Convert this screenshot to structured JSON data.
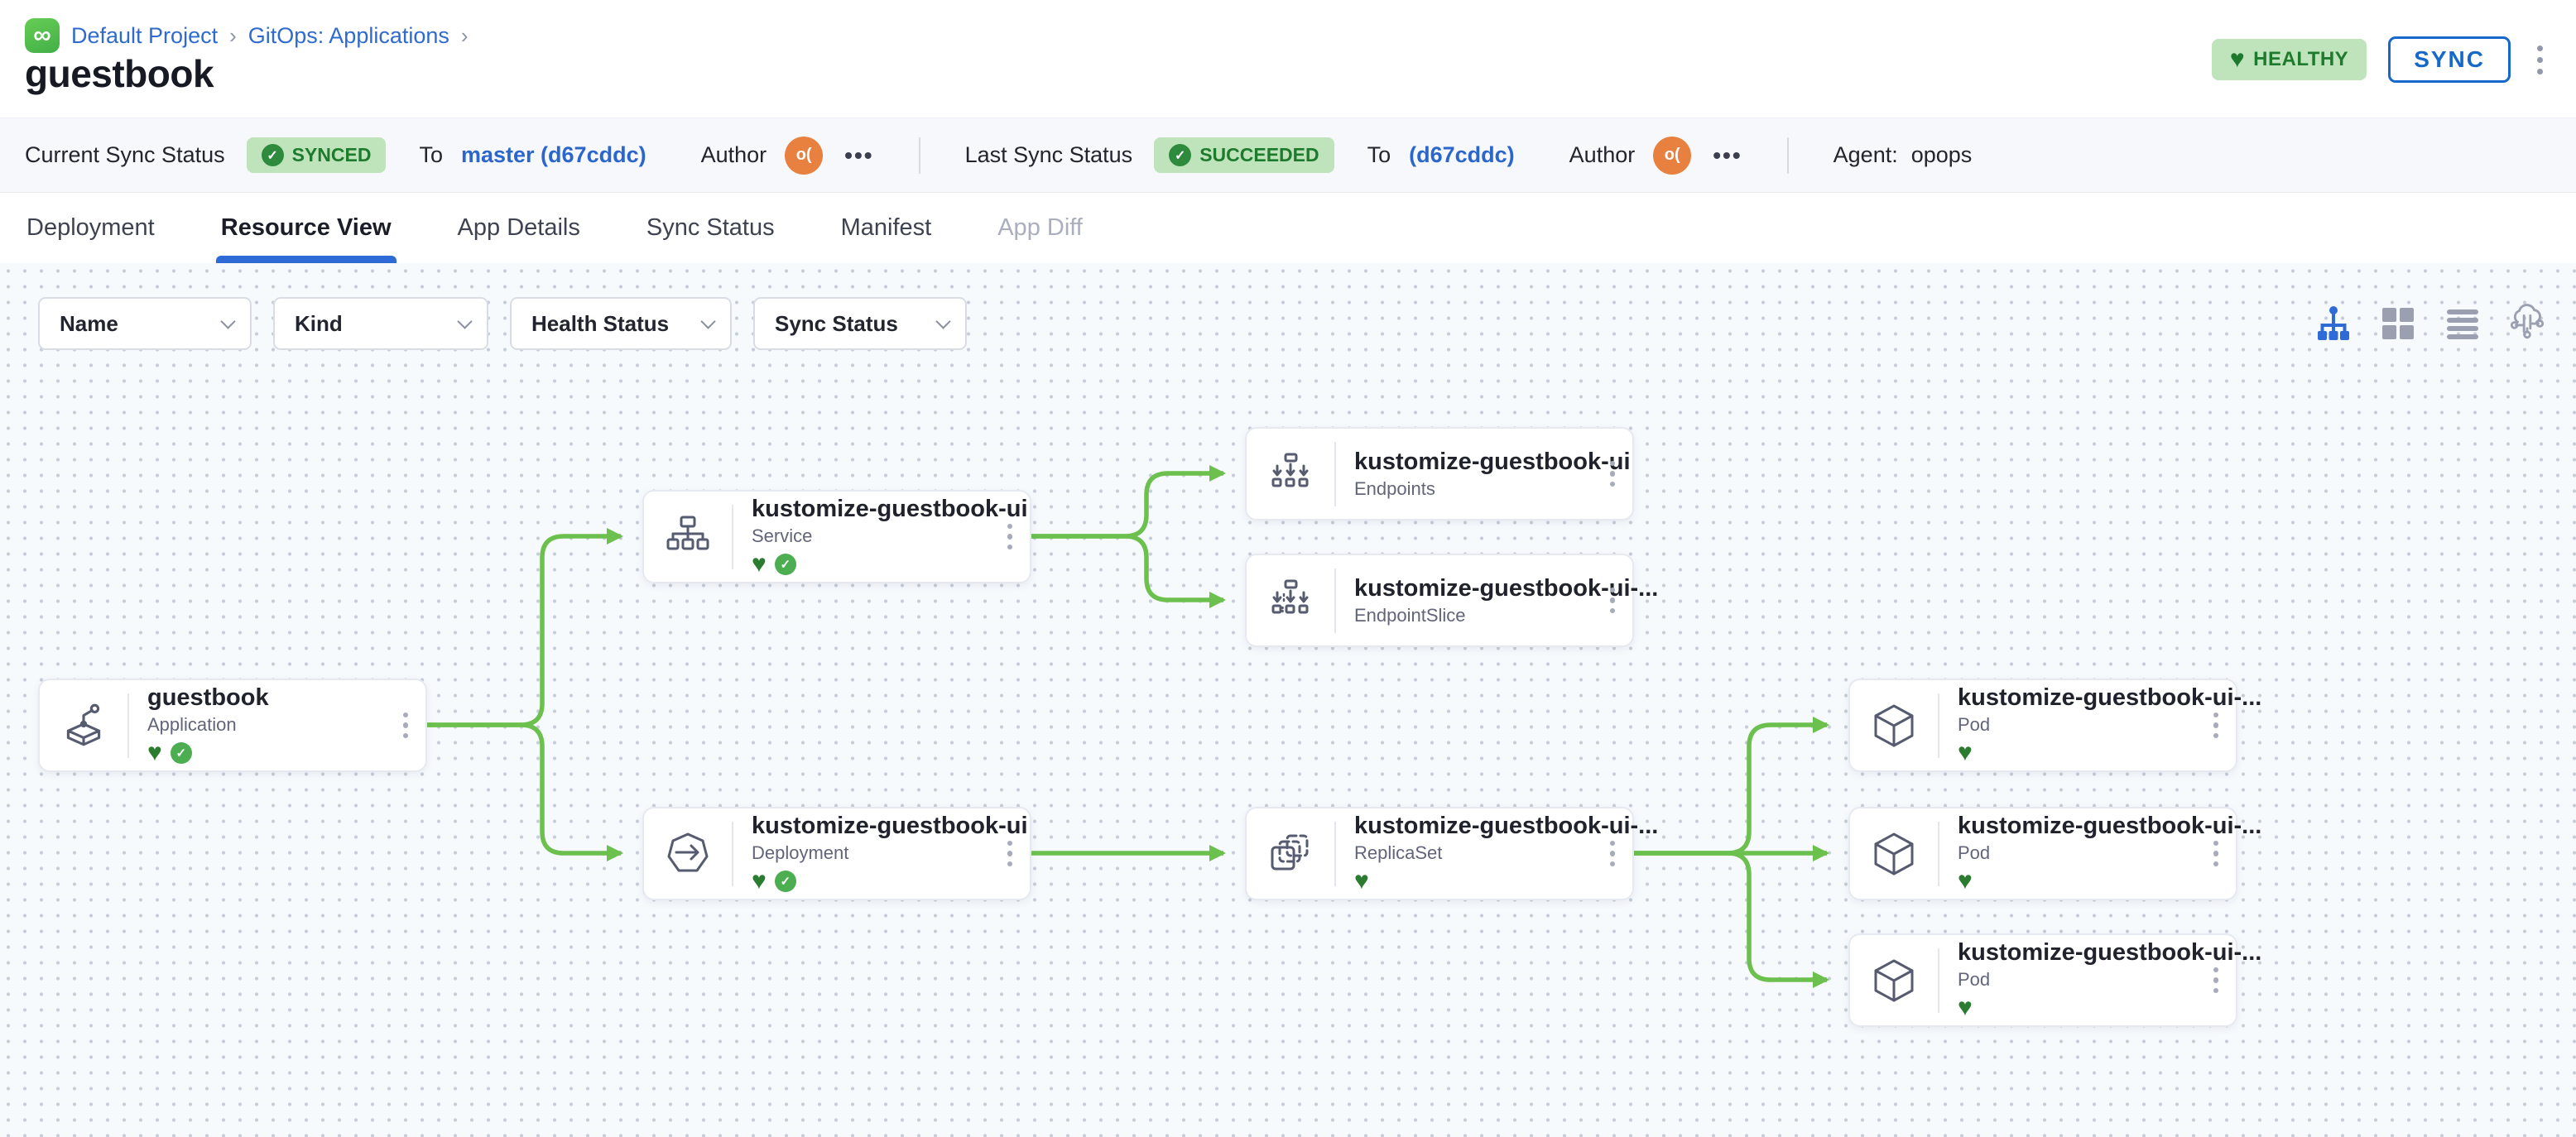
{
  "app": {
    "logo_glyph": "∞",
    "breadcrumb": {
      "project": "Default Project",
      "separator1": "›",
      "section": "GitOps: Applications",
      "separator2": "›"
    },
    "title": "guestbook",
    "health_badge": {
      "icon": "♥",
      "label": "HEALTHY"
    },
    "sync_button": "SYNC"
  },
  "status_bar": {
    "current": {
      "label": "Current Sync Status",
      "badge_icon": "✓",
      "badge": "SYNCED",
      "to": "To",
      "revision": "master (d67cddc)",
      "author": "Author",
      "avatar": "o(",
      "more": "•••"
    },
    "last": {
      "label": "Last Sync Status",
      "badge_icon": "✓",
      "badge": "SUCCEEDED",
      "to": "To",
      "revision": "(d67cddc)",
      "author": "Author",
      "avatar": "o(",
      "more": "•••"
    },
    "agent": {
      "label": "Agent:",
      "value": "opops"
    }
  },
  "tabs": [
    {
      "label": "Deployment"
    },
    {
      "label": "Resource View"
    },
    {
      "label": "App Details"
    },
    {
      "label": "Sync Status"
    },
    {
      "label": "Manifest"
    },
    {
      "label": "App Diff"
    }
  ],
  "filters": {
    "name": "Name",
    "kind": "Kind",
    "health": "Health Status",
    "sync": "Sync Status"
  },
  "view_toggles": [
    "tree-view",
    "grid-view",
    "list-view",
    "network-view"
  ],
  "nodes": [
    {
      "title": "guestbook",
      "kind": "Application",
      "health_icon": "♥",
      "sync_icon": "✓"
    },
    {
      "title": "kustomize-guestbook-ui",
      "kind": "Service",
      "health_icon": "♥",
      "sync_icon": "✓"
    },
    {
      "title": "kustomize-guestbook-ui",
      "kind": "Endpoints"
    },
    {
      "title": "kustomize-guestbook-ui-...",
      "kind": "EndpointSlice"
    },
    {
      "title": "kustomize-guestbook-ui",
      "kind": "Deployment",
      "health_icon": "♥",
      "sync_icon": "✓"
    },
    {
      "title": "kustomize-guestbook-ui-...",
      "kind": "ReplicaSet",
      "health_icon": "♥"
    },
    {
      "title": "kustomize-guestbook-ui-...",
      "kind": "Pod",
      "health_icon": "♥"
    },
    {
      "title": "kustomize-guestbook-ui-...",
      "kind": "Pod",
      "health_icon": "♥"
    },
    {
      "title": "kustomize-guestbook-ui-...",
      "kind": "Pod",
      "health_icon": "♥"
    }
  ],
  "colors": {
    "accent_blue": "#2f6bd6",
    "link_blue": "#2b66cc",
    "edge_green": "#6cc04e",
    "badge_bg": "#bfe3bb",
    "badge_text": "#1e7b2e",
    "heart_green": "#2b7c31",
    "check_green": "#4cae51",
    "avatar_orange": "#e8803f",
    "canvas_bg": "#f7fafd"
  }
}
